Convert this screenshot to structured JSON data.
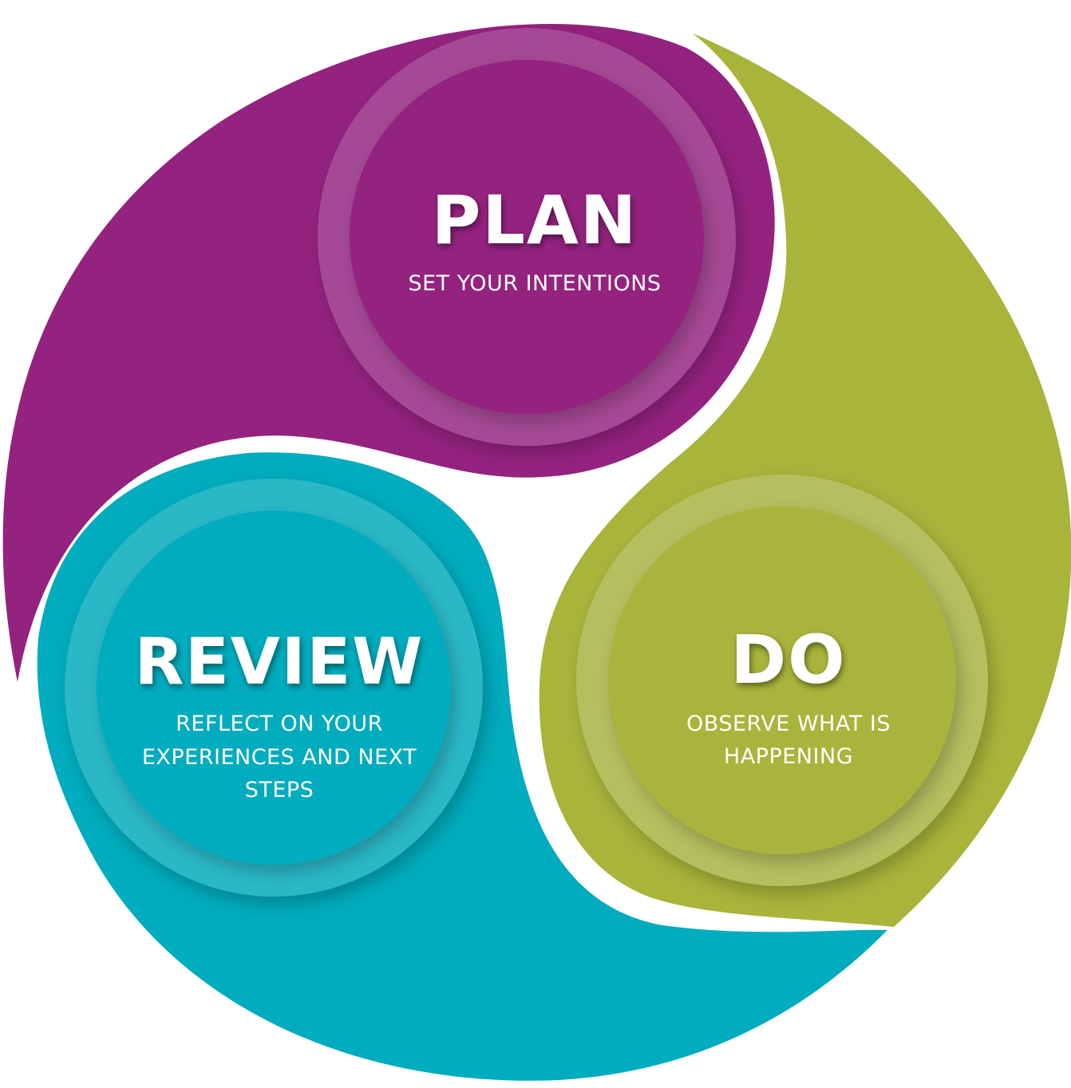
{
  "colors": {
    "plan": "#94227f",
    "do": "#a8b43a",
    "review": "#00acbd",
    "background": "#ffffff"
  },
  "stages": {
    "plan": {
      "title": "PLAN",
      "description_lines": [
        "SET YOUR INTENTIONS"
      ]
    },
    "do": {
      "title": "DO",
      "description_lines": [
        "OBSERVE WHAT IS",
        "HAPPENING"
      ]
    },
    "review": {
      "title": "REVIEW",
      "description_lines": [
        "REFLECT ON YOUR",
        "EXPERIENCES AND NEXT",
        "STEPS"
      ]
    }
  }
}
